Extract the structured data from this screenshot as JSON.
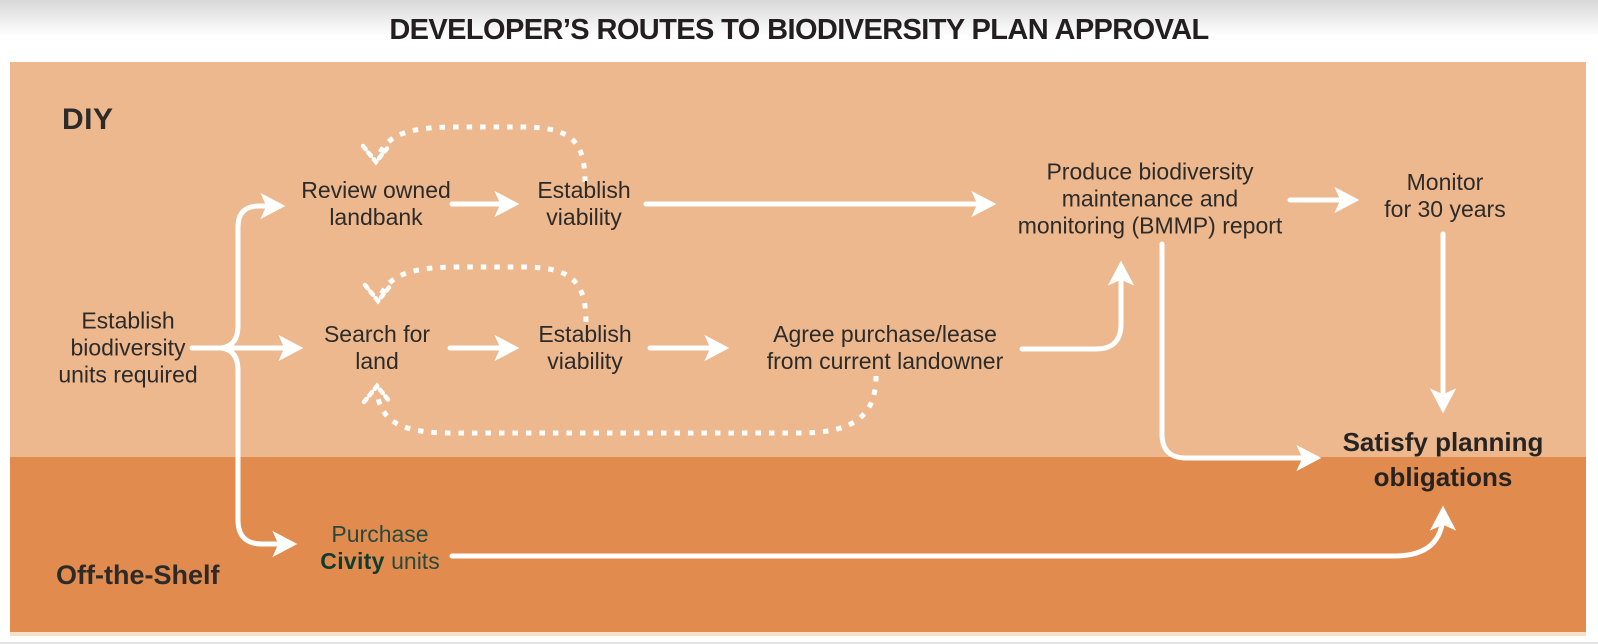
{
  "title": "DEVELOPER’S ROUTES TO BIODIVERSITY PLAN APPROVAL",
  "lanes": {
    "diy": "DIY",
    "off_the_shelf": "Off-the-Shelf"
  },
  "nodes": {
    "establish_units": "Establish\nbiodiversity\nunits required",
    "review_landbank": "Review owned\nlandbank",
    "establish_viability_top": "Establish\nviability",
    "produce_bmmp": "Produce biodiversity\nmaintenance and\nmonitoring (BMMP) report",
    "monitor": "Monitor\nfor 30 years",
    "search_for_land": "Search for\nland",
    "establish_viability_mid": "Establish\nviability",
    "agree_purchase": "Agree purchase/lease\nfrom current landowner",
    "satisfy": "Satisfy planning\nobligations",
    "purchase": {
      "line1": "Purchase",
      "brand": "Civity",
      "suffix": " units"
    }
  },
  "colors": {
    "band_light": "#edb88d",
    "band_dark": "#e28b4e",
    "arrow": "#ffffff",
    "text": "#2d2b2a",
    "title_text": "#231f20",
    "brand_green": "#0f3c31",
    "purchase_green": "#27493e"
  }
}
